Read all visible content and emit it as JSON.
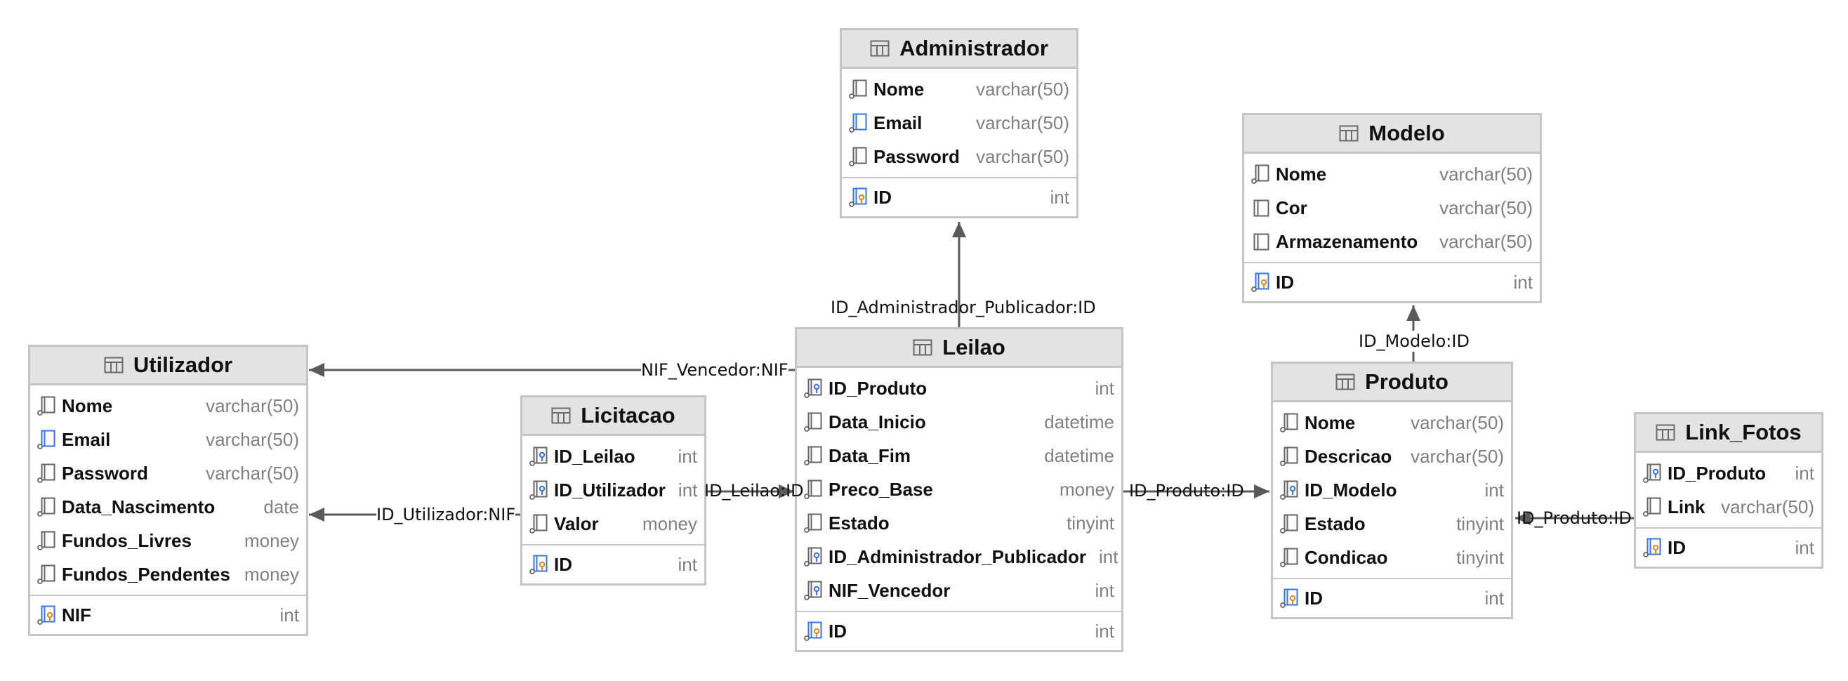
{
  "diagram": {
    "tables": {
      "administrador": {
        "name": "Administrador",
        "attributes": [
          {
            "name": "Nome",
            "type": "varchar(50)",
            "icon": "column-icon"
          },
          {
            "name": "Email",
            "type": "varchar(50)",
            "icon": "column-index-icon"
          },
          {
            "name": "Password",
            "type": "varchar(50)",
            "icon": "column-icon"
          }
        ],
        "keys": [
          {
            "name": "ID",
            "type": "int",
            "icon": "primary-key-icon"
          }
        ]
      },
      "modelo": {
        "name": "Modelo",
        "attributes": [
          {
            "name": "Nome",
            "type": "varchar(50)",
            "icon": "column-icon"
          },
          {
            "name": "Cor",
            "type": "varchar(50)",
            "icon": "column-plain-icon"
          },
          {
            "name": "Armazenamento",
            "type": "varchar(50)",
            "icon": "column-plain-icon"
          }
        ],
        "keys": [
          {
            "name": "ID",
            "type": "int",
            "icon": "primary-key-icon"
          }
        ]
      },
      "utilizador": {
        "name": "Utilizador",
        "attributes": [
          {
            "name": "Nome",
            "type": "varchar(50)",
            "icon": "column-icon"
          },
          {
            "name": "Email",
            "type": "varchar(50)",
            "icon": "column-index-icon"
          },
          {
            "name": "Password",
            "type": "varchar(50)",
            "icon": "column-icon"
          },
          {
            "name": "Data_Nascimento",
            "type": "date",
            "icon": "column-icon"
          },
          {
            "name": "Fundos_Livres",
            "type": "money",
            "icon": "column-icon"
          },
          {
            "name": "Fundos_Pendentes",
            "type": "money",
            "icon": "column-icon"
          }
        ],
        "keys": [
          {
            "name": "NIF",
            "type": "int",
            "icon": "primary-key-icon"
          }
        ]
      },
      "licitacao": {
        "name": "Licitacao",
        "attributes": [
          {
            "name": "ID_Leilao",
            "type": "int",
            "icon": "foreign-key-icon"
          },
          {
            "name": "ID_Utilizador",
            "type": "int",
            "icon": "foreign-key-icon"
          },
          {
            "name": "Valor",
            "type": "money",
            "icon": "column-icon"
          }
        ],
        "keys": [
          {
            "name": "ID",
            "type": "int",
            "icon": "primary-key-icon"
          }
        ]
      },
      "leilao": {
        "name": "Leilao",
        "attributes": [
          {
            "name": "ID_Produto",
            "type": "int",
            "icon": "foreign-key-icon"
          },
          {
            "name": "Data_Inicio",
            "type": "datetime",
            "icon": "column-icon"
          },
          {
            "name": "Data_Fim",
            "type": "datetime",
            "icon": "column-icon"
          },
          {
            "name": "Preco_Base",
            "type": "money",
            "icon": "column-icon"
          },
          {
            "name": "Estado",
            "type": "tinyint",
            "icon": "column-icon"
          },
          {
            "name": "ID_Administrador_Publicador",
            "type": "int",
            "icon": "foreign-key-icon"
          },
          {
            "name": "NIF_Vencedor",
            "type": "int",
            "icon": "foreign-key-icon"
          }
        ],
        "keys": [
          {
            "name": "ID",
            "type": "int",
            "icon": "primary-key-icon"
          }
        ]
      },
      "produto": {
        "name": "Produto",
        "attributes": [
          {
            "name": "Nome",
            "type": "varchar(50)",
            "icon": "column-icon"
          },
          {
            "name": "Descricao",
            "type": "varchar(50)",
            "icon": "column-icon"
          },
          {
            "name": "ID_Modelo",
            "type": "int",
            "icon": "foreign-key-icon"
          },
          {
            "name": "Estado",
            "type": "tinyint",
            "icon": "column-icon"
          },
          {
            "name": "Condicao",
            "type": "tinyint",
            "icon": "column-icon"
          }
        ],
        "keys": [
          {
            "name": "ID",
            "type": "int",
            "icon": "primary-key-icon"
          }
        ]
      },
      "link_fotos": {
        "name": "Link_Fotos",
        "attributes": [
          {
            "name": "ID_Produto",
            "type": "int",
            "icon": "foreign-key-icon"
          },
          {
            "name": "Link",
            "type": "varchar(50)",
            "icon": "column-icon"
          }
        ],
        "keys": [
          {
            "name": "ID",
            "type": "int",
            "icon": "primary-key-icon"
          }
        ]
      }
    },
    "relationships": [
      {
        "id": "leilao-administrador",
        "from": "Leilao",
        "to": "Administrador",
        "label": "ID_Administrador_Publicador:ID"
      },
      {
        "id": "leilao-utilizador",
        "from": "Leilao",
        "to": "Utilizador",
        "label": "NIF_Vencedor:NIF"
      },
      {
        "id": "licitacao-utilizador",
        "from": "Licitacao",
        "to": "Utilizador",
        "label": "ID_Utilizador:NIF"
      },
      {
        "id": "licitacao-leilao",
        "from": "Licitacao",
        "to": "Leilao",
        "label": "ID_Leilao:ID"
      },
      {
        "id": "leilao-produto",
        "from": "Leilao",
        "to": "Produto",
        "label": "ID_Produto:ID"
      },
      {
        "id": "produto-modelo",
        "from": "Produto",
        "to": "Modelo",
        "label": "ID_Modelo:ID"
      },
      {
        "id": "linkfotos-produto",
        "from": "Link_Fotos",
        "to": "Produto",
        "label": "ID_Produto:ID"
      }
    ],
    "colors": {
      "header_bg": "#e3e3e3",
      "border": "#c5c5c5",
      "line": "#5a5a5a",
      "type_text": "#808080",
      "key_blue": "#3574f0",
      "key_orange": "#e08a1e"
    }
  }
}
